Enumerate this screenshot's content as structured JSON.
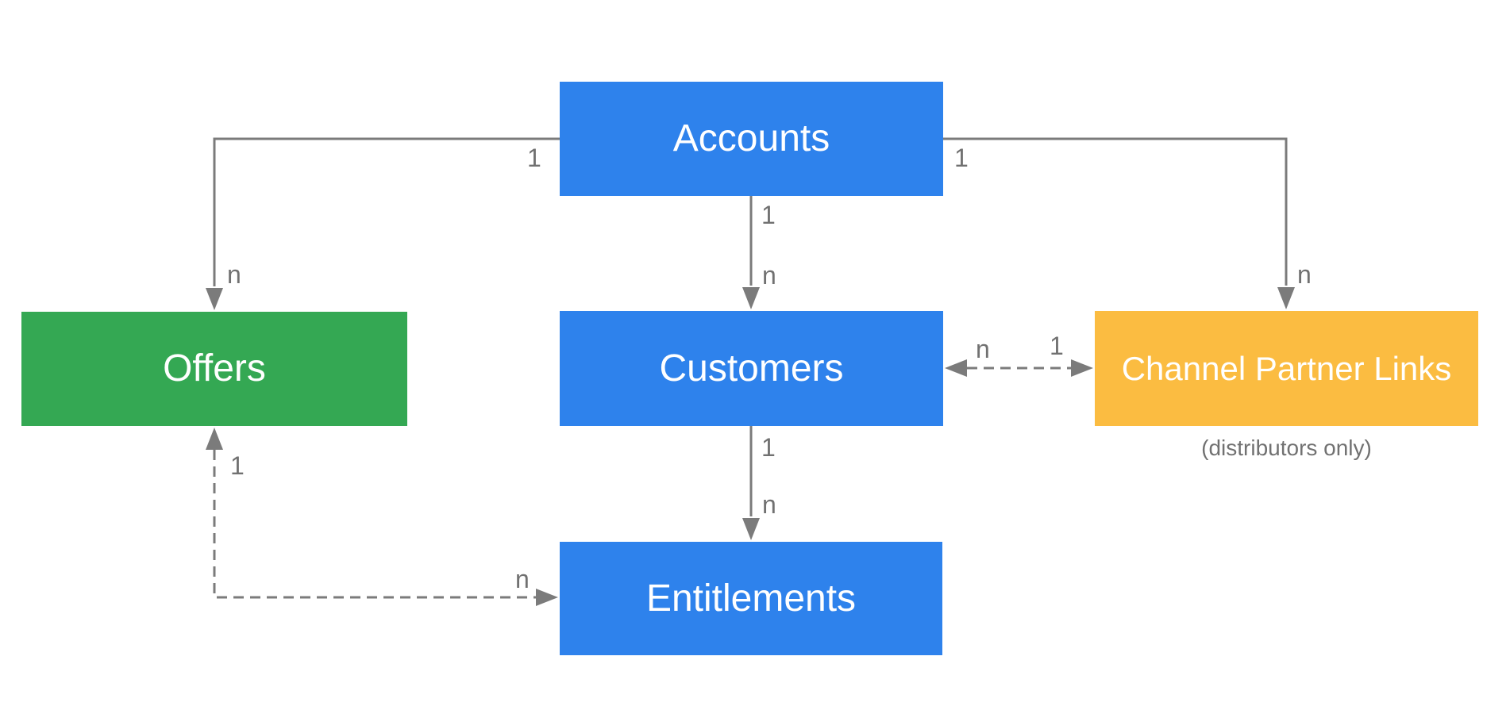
{
  "diagram": {
    "background_color": "#ffffff",
    "nodes": [
      {
        "id": "accounts",
        "label": "Accounts",
        "color": "#2e82ec",
        "text_color": "#ffffff"
      },
      {
        "id": "offers",
        "label": "Offers",
        "color": "#34a853",
        "text_color": "#ffffff"
      },
      {
        "id": "customers",
        "label": "Customers",
        "color": "#2e82ec",
        "text_color": "#ffffff"
      },
      {
        "id": "channel_partner_links",
        "label": "Channel Partner Links",
        "caption": "(distributors only)",
        "color": "#fbbc41",
        "text_color": "#ffffff"
      },
      {
        "id": "entitlements",
        "label": "Entitlements",
        "color": "#2e82ec",
        "text_color": "#ffffff"
      }
    ],
    "edges": [
      {
        "from": "accounts",
        "to": "offers",
        "style": "solid",
        "bidirectional": false,
        "from_label": "1",
        "to_label": "n"
      },
      {
        "from": "accounts",
        "to": "customers",
        "style": "solid",
        "bidirectional": false,
        "from_label": "1",
        "to_label": "n"
      },
      {
        "from": "accounts",
        "to": "channel_partner_links",
        "style": "solid",
        "bidirectional": false,
        "from_label": "1",
        "to_label": "n"
      },
      {
        "from": "customers",
        "to": "channel_partner_links",
        "style": "dashed",
        "bidirectional": true,
        "from_label": "n",
        "to_label": "1"
      },
      {
        "from": "customers",
        "to": "entitlements",
        "style": "solid",
        "bidirectional": false,
        "from_label": "1",
        "to_label": "n"
      },
      {
        "from": "offers",
        "to": "entitlements",
        "style": "dashed",
        "bidirectional": true,
        "from_label": "1",
        "to_label": "n"
      }
    ],
    "colors": {
      "node_blue": "#2e82ec",
      "node_green": "#34a853",
      "node_amber": "#fbbc41",
      "connector_gray": "#7b7b7b",
      "label_gray": "#717171"
    }
  }
}
